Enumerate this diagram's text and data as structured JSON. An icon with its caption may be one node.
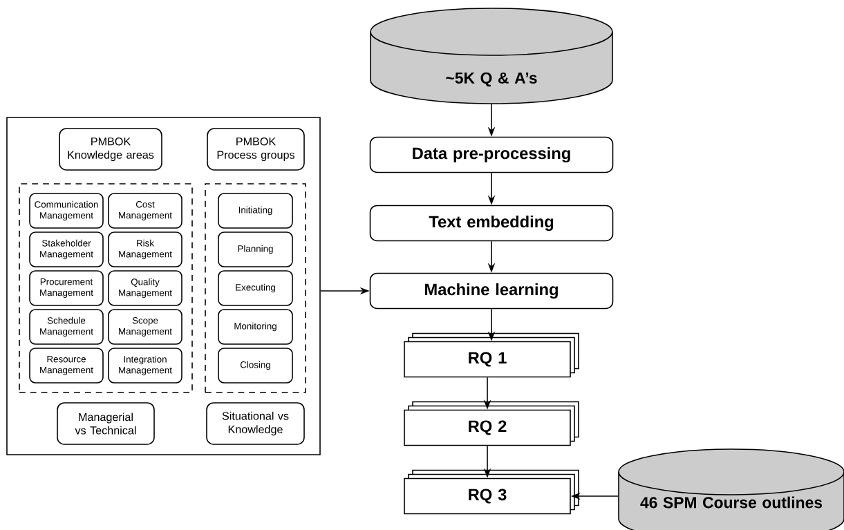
{
  "diagram": {
    "nodes": [
      {
        "text": [],
        "shape": "box"
      },
      {
        "text": [
          "PMBOK Knowledge areas"
        ],
        "in": 0
      },
      {
        "text": [
          "PMBOK Process groups"
        ],
        "in": 0
      },
      {
        "text": [],
        "shape": "box",
        "in": 0
      },
      {
        "text": [
          "Communication Management"
        ],
        "in": 3
      },
      {
        "text": [
          "Cost Management"
        ],
        "in": 3
      },
      {
        "text": [
          "Stakeholder Management"
        ],
        "in": 3
      },
      {
        "text": [
          "Risk Management"
        ],
        "in": 3
      },
      {
        "text": [
          "Procurement Management"
        ],
        "in": 3
      },
      {
        "text": [
          "Quality Management"
        ],
        "in": 3
      },
      {
        "text": [
          "Schedule Management"
        ],
        "in": 3
      },
      {
        "text": [
          "Scope Management"
        ],
        "in": 3
      },
      {
        "text": [
          "Resource Management"
        ],
        "in": 3
      },
      {
        "text": [
          "Integration Management"
        ],
        "in": 3
      },
      {
        "text": [],
        "shape": "box",
        "in": 0
      },
      {
        "text": [
          "Initiating"
        ],
        "in": 14
      },
      {
        "text": [
          "Planning"
        ],
        "in": 14
      },
      {
        "text": [
          "Executing"
        ],
        "in": 14
      },
      {
        "text": [
          "Monitoring"
        ],
        "in": 14
      },
      {
        "text": [
          "Closing"
        ],
        "in": 14
      },
      {
        "text": [
          "Managerial vs Technical"
        ],
        "in": 0
      },
      {
        "text": [
          "Situational vs Knowledge"
        ],
        "in": 0
      },
      {
        "text": [
          "~5K Q & A’s"
        ]
      },
      {
        "text": [
          "Data pre-processing"
        ]
      },
      {
        "text": [
          "Text embedding"
        ]
      },
      {
        "text": [
          "Machine learning"
        ]
      },
      {
        "text": [
          "RQ 1"
        ]
      },
      {
        "text": [
          "RQ 2"
        ]
      },
      {
        "text": [
          "RQ 3"
        ]
      },
      {
        "text": [
          "46 SPM Course outlines"
        ]
      }
    ],
    "edges": [
      {
        "from": 22,
        "to": 23,
        "arrow": "to"
      },
      {
        "from": 23,
        "to": 24,
        "arrow": "to"
      },
      {
        "from": 24,
        "to": 25,
        "arrow": "to"
      },
      {
        "from": 0,
        "to": 25,
        "arrow": "to"
      },
      {
        "from": 25,
        "to": 26,
        "arrow": "to"
      },
      {
        "from": 26,
        "to": 27,
        "arrow": "to"
      },
      {
        "from": 27,
        "to": 28,
        "arrow": "to"
      },
      {
        "from": 29,
        "to": 28,
        "arrow": "to"
      }
    ]
  }
}
